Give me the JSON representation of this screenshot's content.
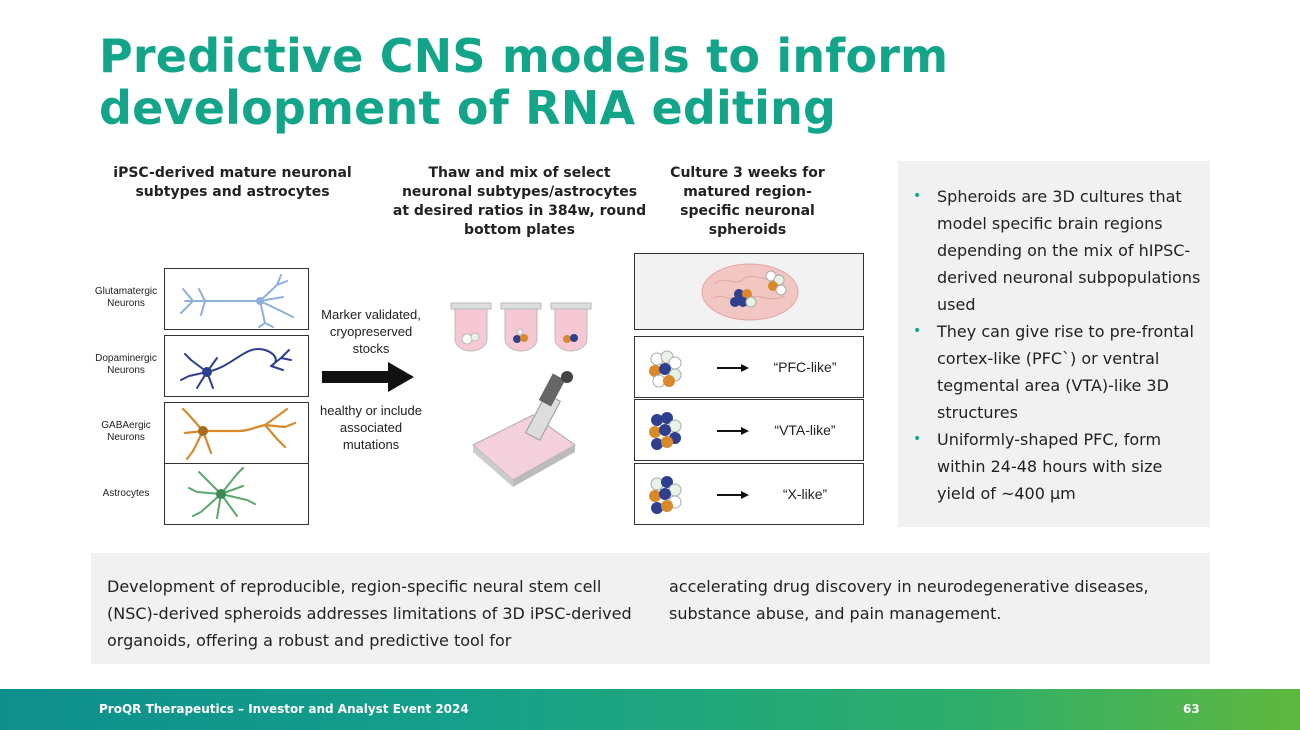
{
  "slide": {
    "title": "Predictive CNS models to inform development of RNA editing"
  },
  "workflow": {
    "step1_heading": "iPSC-derived mature neuronal subtypes and astrocytes",
    "step2_heading": "Thaw and mix of select neuronal subtypes/astrocytes at desired ratios in 384w, round bottom plates",
    "step3_heading": "Culture 3 weeks for matured region-specific neuronal spheroids",
    "cell_types": [
      {
        "label": "Glutamatergic Neurons",
        "color": "#8fb0dd"
      },
      {
        "label": "Dopaminergic Neurons",
        "color": "#2f3f8f"
      },
      {
        "label": "GABAergic Neurons",
        "color": "#d9892a"
      },
      {
        "label": "Astrocytes",
        "color": "#5aa86a"
      }
    ],
    "marker_text": "Marker validated, cryopreserved stocks",
    "healthy_text": "healthy or include associated mutations",
    "spheroids": [
      {
        "label": "“PFC-like”"
      },
      {
        "label": "“VTA-like”"
      },
      {
        "label": "“X-like”"
      }
    ]
  },
  "side_panel": {
    "bullets": [
      "Spheroids are 3D cultures that model specific brain regions depending on the mix of hIPSC-derived neuronal subpopulations used",
      "They can give rise to pre-frontal cortex-like (PFC`) or ventral tegmental area (VTA)-like 3D structures",
      "Uniformly-shaped PFC, form within 24-48 hours with size yield of ~400 µm"
    ],
    "bullet_symbol": "•"
  },
  "summary": {
    "col1": "Development of reproducible, region-specific neural stem cell (NSC)-derived spheroids addresses limitations of 3D iPSC-derived organoids, offering a robust and predictive tool for",
    "col2": "accelerating drug discovery in neurodegenerative diseases, substance abuse, and pain management."
  },
  "footer": {
    "text": "ProQR Therapeutics – Investor and Analyst Event 2024",
    "page": "63"
  },
  "colors": {
    "brand_green": "#12a58a",
    "panel_gray": "#f1f1f1"
  }
}
